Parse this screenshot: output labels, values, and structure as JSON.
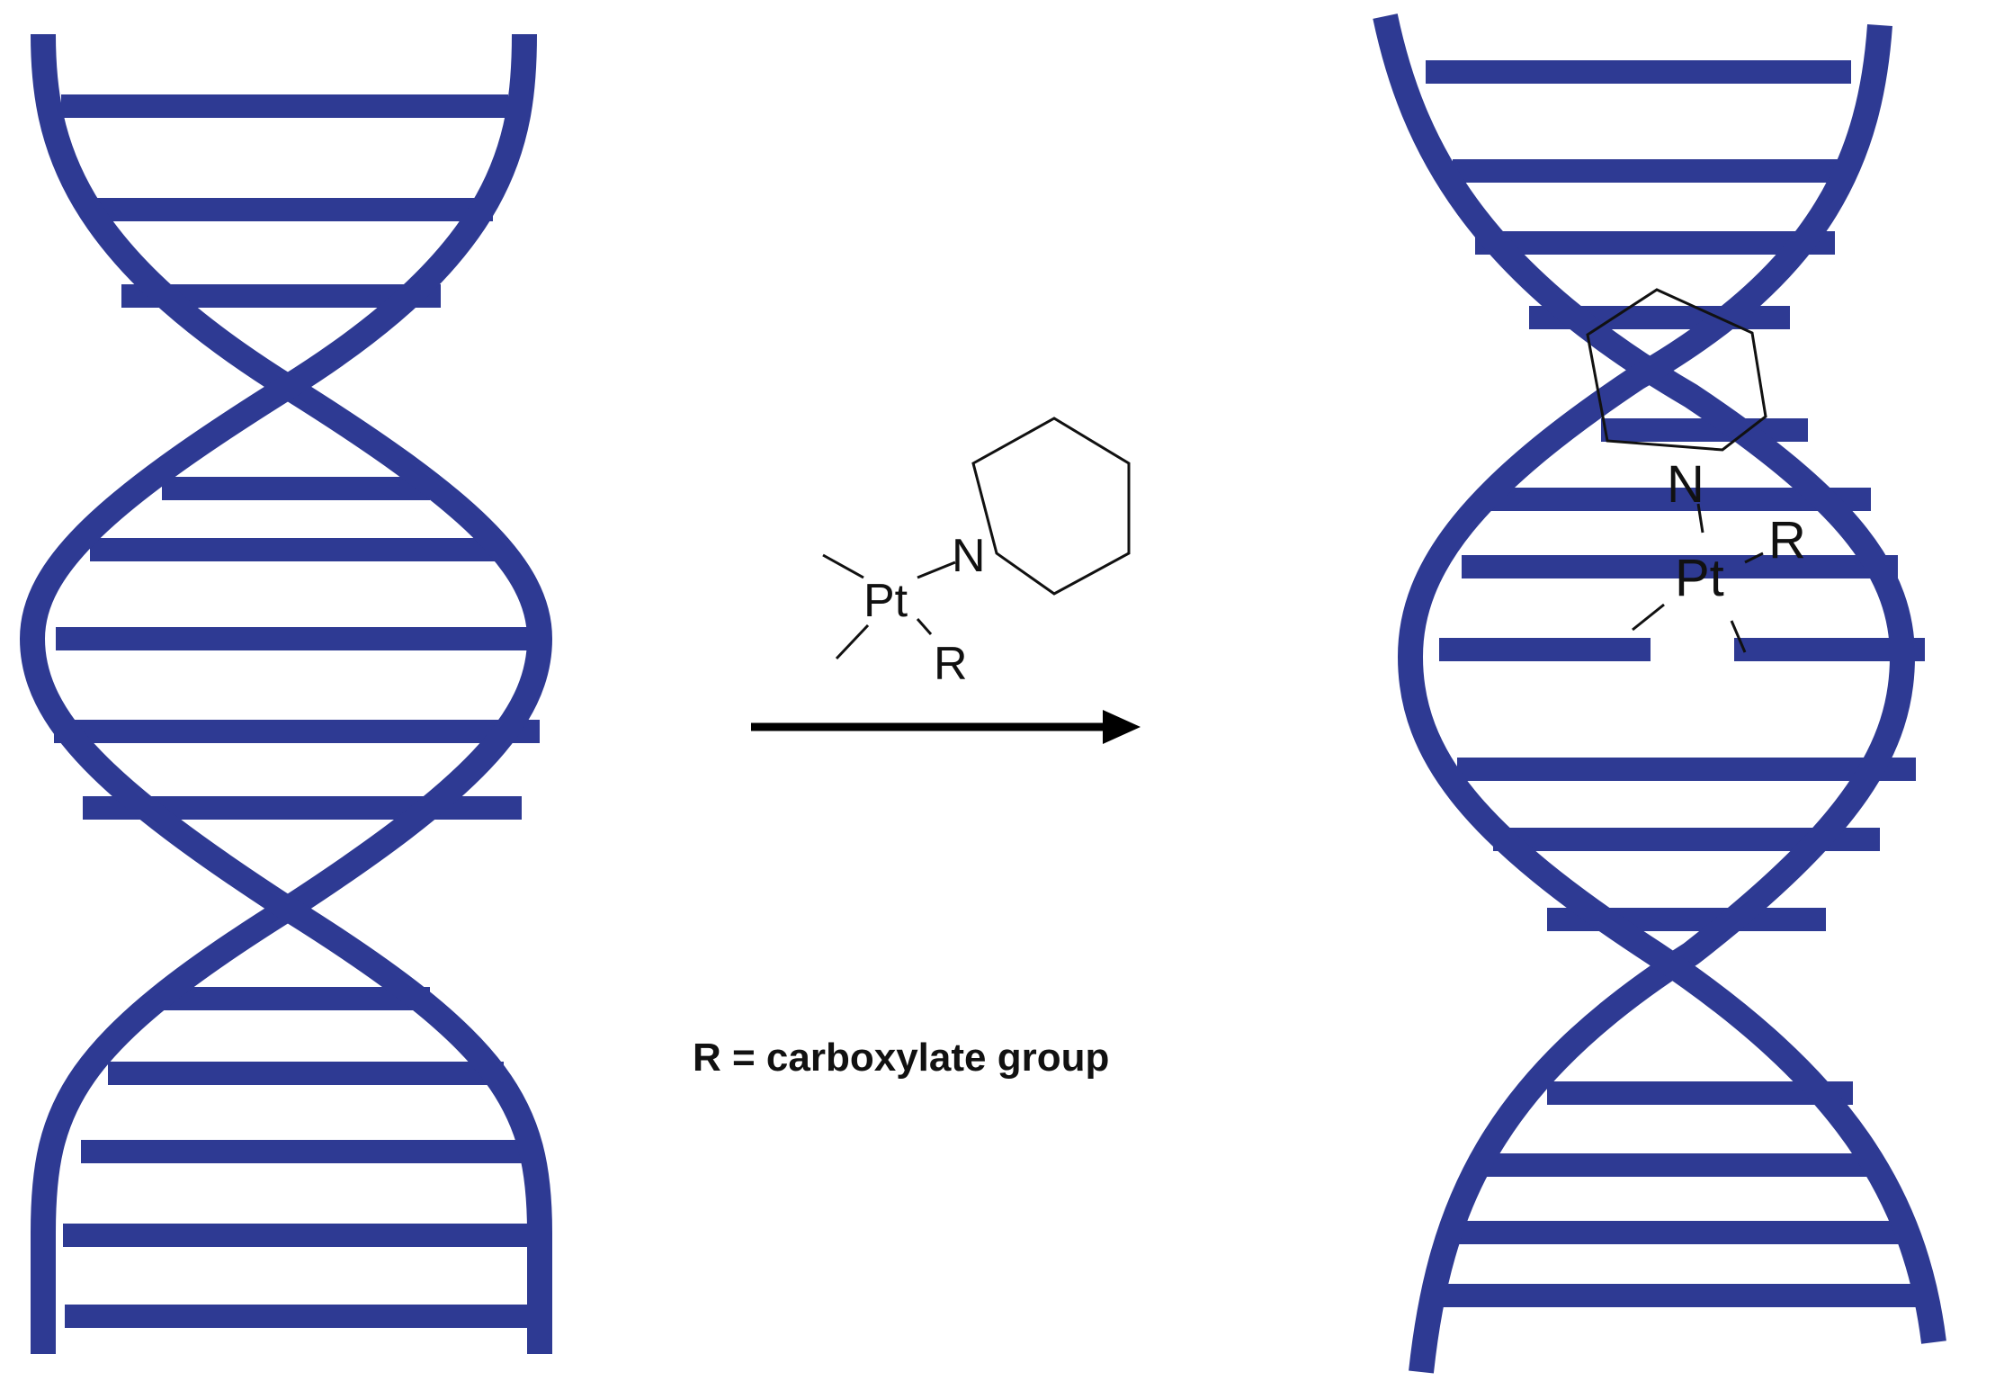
{
  "colors": {
    "dna_blue": "#2e3a93",
    "bond_black": "#111111",
    "background": "#ffffff"
  },
  "reagent": {
    "metal": "Pt",
    "nitrogen": "N",
    "ligand_r": "R"
  },
  "adduct": {
    "metal": "Pt",
    "nitrogen": "N",
    "ligand_r": "R"
  },
  "caption": "R = carboxylate group"
}
